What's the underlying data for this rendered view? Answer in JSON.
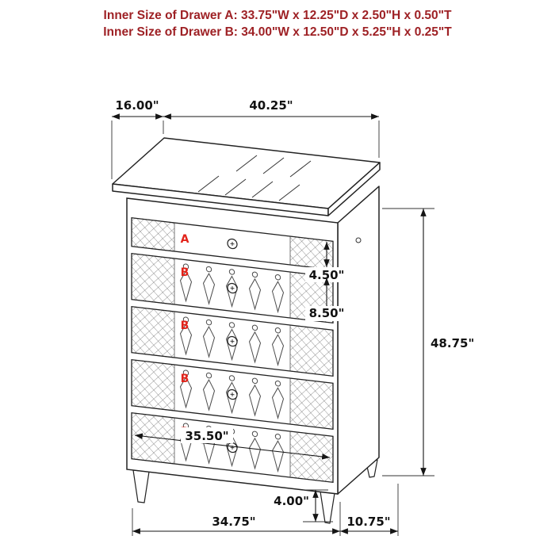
{
  "header": {
    "line1": "Inner Size of Drawer A: 33.75\"W x 12.25\"D x 2.50\"H x 0.50\"T",
    "line2": "Inner Size of Drawer B: 34.00\"W x 12.50\"D x 5.25\"H x 0.25\"T",
    "text_color": "#9e2125"
  },
  "diagram": {
    "marker_color": "#e2231a",
    "line_color": "#1a1a1a",
    "markers": {
      "drawer_a": "A",
      "drawer_b": "B"
    },
    "dimensions": {
      "top_depth": "16.00\"",
      "top_width": "40.25\"",
      "overall_height": "48.75\"",
      "drawer_a_height": "4.50\"",
      "drawer_b_height": "8.50\"",
      "drawer_inner_width": "35.50\"",
      "leg_height": "4.00\"",
      "base_width": "34.75\"",
      "base_depth": "10.75\""
    }
  }
}
